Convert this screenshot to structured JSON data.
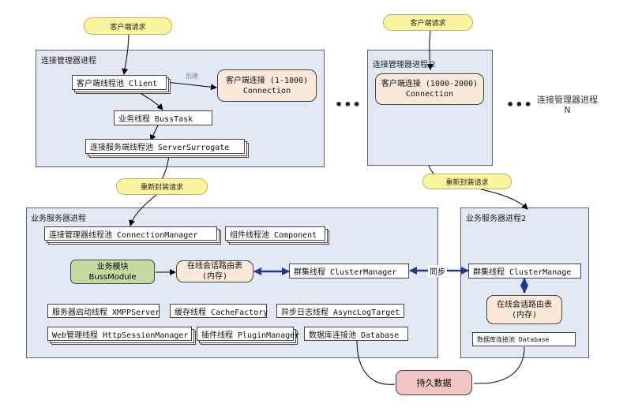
{
  "requests": {
    "client_request_1": "客户端请求",
    "client_request_2": "客户端请求",
    "repackage_1": "重新封装请求",
    "repackage_2": "重新封装请求"
  },
  "conn_mgr_1": {
    "title": "连接管理器进程",
    "client_pool": "客户端线程池 Client",
    "create_label": "创建",
    "conn_line1": "客户端连接 (1-1000)",
    "conn_line2": "Connection",
    "buss_task": "业务线程 BussTask",
    "server_surrogate": "连接服务端线程池 ServerSurrogate"
  },
  "conn_mgr_2": {
    "title": "连接管理器进程 2",
    "conn_line1": "客户端连接 (1000-2000)",
    "conn_line2": "Connection"
  },
  "ellipsis": {
    "dots_1": "•••",
    "dots_2": "•••"
  },
  "conn_mgr_n": {
    "line1": "连接管理器进程",
    "line2": "N"
  },
  "biz_server_1": {
    "title": "业务服务器进程",
    "connection_manager": "连接管理器线程池 ConnectionManager",
    "component": "组件线程池 Component",
    "buss_module_1": "业务模块",
    "buss_module_2": "BussModule",
    "route_table_1": "在线会话路由表",
    "route_table_2": "(内存)",
    "cluster_manager": "群集线程 ClusterManager",
    "xmpp_server": "服务器启动线程 XMPPServer",
    "cache_factory": "缓存线程 CacheFactory",
    "async_log": "异步日志线程 AsyncLogTarget",
    "http_session": "Web管理线程 HttpSessionManager",
    "plugin_manager": "插件线程 PluginManager",
    "database": "数据库连接池 Database"
  },
  "sync_label": "同步",
  "biz_server_2": {
    "title": "业务服务器进程2",
    "cluster_manager": "群集线程 ClusterManage",
    "route_table_1": "在线会话路由表",
    "route_table_2": "(内存)",
    "database": "数据库连接池 Database"
  },
  "persistent_data": "持久数据",
  "colors": {
    "region_fill": "#e3e9f4",
    "pill_fill": "#fbf5a0",
    "peach_fill": "#fde9d9",
    "green_fill": "#c6d9a0",
    "pink_fill": "#f2c4c4",
    "arrow_blue": "#1f3a8a"
  }
}
